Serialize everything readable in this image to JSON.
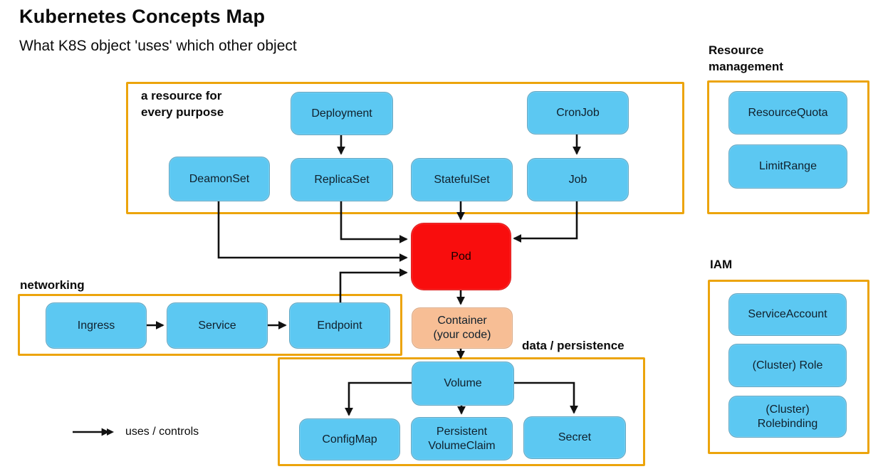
{
  "header": {
    "title": "Kubernetes Concepts Map",
    "subtitle": "What K8S object 'uses' which other object"
  },
  "legend": {
    "label": "uses / controls"
  },
  "colors": {
    "node_blue": "#5cc8f2",
    "pod_red": "#f90d0d",
    "container_salmon": "#f7be95",
    "group_border": "#eca40c",
    "arrow": "#111111"
  },
  "groups": {
    "resources": {
      "label": "a resource for\nevery purpose"
    },
    "resource_management": {
      "label": "Resource\nmanagement"
    },
    "networking": {
      "label": "networking"
    },
    "data_persistence": {
      "label": "data / persistence"
    },
    "iam": {
      "label": "IAM"
    }
  },
  "nodes": {
    "deployment": {
      "label": "Deployment"
    },
    "cronjob": {
      "label": "CronJob"
    },
    "deamonset": {
      "label": "DeamonSet"
    },
    "replicaset": {
      "label": "ReplicaSet"
    },
    "statefulset": {
      "label": "StatefulSet"
    },
    "job": {
      "label": "Job"
    },
    "pod": {
      "label": "Pod"
    },
    "container": {
      "label_line1": "Container",
      "label_line2": "(your code)"
    },
    "ingress": {
      "label": "Ingress"
    },
    "service": {
      "label": "Service"
    },
    "endpoint": {
      "label": "Endpoint"
    },
    "volume": {
      "label": "Volume"
    },
    "configmap": {
      "label": "ConfigMap"
    },
    "persistent_volumeclaim": {
      "label_line1": "Persistent",
      "label_line2": "VolumeClaim"
    },
    "secret": {
      "label": "Secret"
    },
    "resourcequota": {
      "label": "ResourceQuota"
    },
    "limitrange": {
      "label": "LimitRange"
    },
    "serviceaccount": {
      "label": "ServiceAccount"
    },
    "cluster_role": {
      "label": "(Cluster) Role"
    },
    "cluster_rolebinding": {
      "label_line1": "(Cluster)",
      "label_line2": "Rolebinding"
    }
  },
  "edges": [
    {
      "from": "deployment",
      "to": "replicaset"
    },
    {
      "from": "cronjob",
      "to": "job"
    },
    {
      "from": "deamonset",
      "to": "pod"
    },
    {
      "from": "replicaset",
      "to": "pod"
    },
    {
      "from": "statefulset",
      "to": "pod"
    },
    {
      "from": "job",
      "to": "pod"
    },
    {
      "from": "endpoint",
      "to": "pod"
    },
    {
      "from": "pod",
      "to": "container"
    },
    {
      "from": "container",
      "to": "volume"
    },
    {
      "from": "ingress",
      "to": "service"
    },
    {
      "from": "service",
      "to": "endpoint"
    },
    {
      "from": "volume",
      "to": "configmap"
    },
    {
      "from": "volume",
      "to": "persistent_volumeclaim"
    },
    {
      "from": "volume",
      "to": "secret"
    }
  ]
}
